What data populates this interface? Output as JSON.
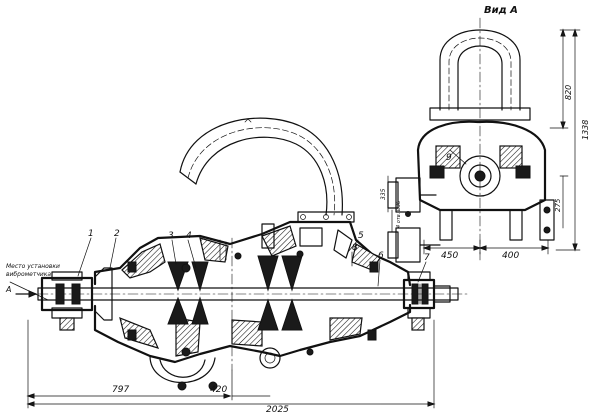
{
  "view_title": "Вид А",
  "note": "Место установки виброметчика",
  "arrow_label": "А",
  "callouts": [
    "1",
    "2",
    "3",
    "4",
    "5",
    "6",
    "7",
    "8",
    "9"
  ],
  "dimensions": {
    "overall_length": "2025",
    "left_offset": "797",
    "center_offset": "420",
    "width_left": "450",
    "width_right": "400",
    "height_upper": "820",
    "height_total": "1338",
    "height_axis": "275",
    "flange_height": "335",
    "bolt_holes": "4 отв. Ø36"
  }
}
